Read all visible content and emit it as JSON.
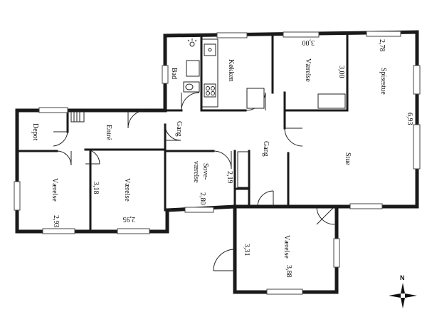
{
  "rooms": {
    "bad": "Bad",
    "kokken": "Køkken",
    "vaerelse_top": "Værelse",
    "spisestue": "Spisestue",
    "depot": "Depot",
    "entre": "Entré",
    "gang_left": "Gang",
    "gang_center": "Gang",
    "vaerelse_left": "Værelse",
    "vaerelse_mid": "Værelse",
    "sove_line1": "Sove-",
    "sove_line2": "værelse",
    "stue": "Stue",
    "vaerelse_bottom": "Værelse"
  },
  "dimensions": {
    "d300": "3,00",
    "d300b": "3,00",
    "d278": "2,78",
    "d693": "6,93",
    "d318": "3,18",
    "d293": "2,93",
    "d295": "2,95",
    "d219": "2,19",
    "d280": "2,80",
    "d331": "3,31",
    "d388": "3,88"
  },
  "compass": {
    "north": "N"
  }
}
